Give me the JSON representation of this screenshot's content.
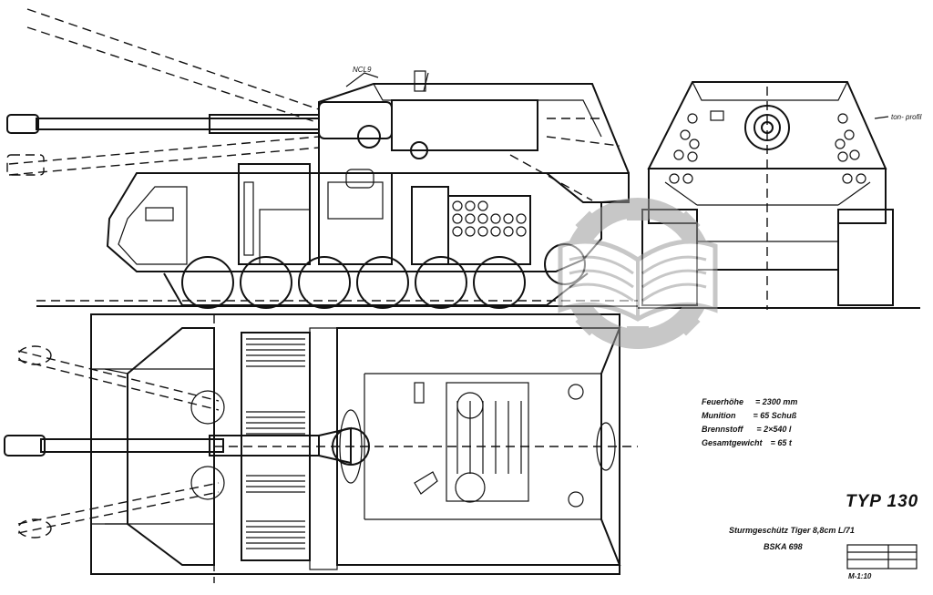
{
  "title": {
    "type": "TYP 130",
    "designation": "Sturmgeschütz Tiger  8,8cm L/71",
    "code": "BSKA 698",
    "sheet_mark": "M-1:10"
  },
  "specs": [
    {
      "label": "Feuerhöhe",
      "value": "= 2300 mm"
    },
    {
      "label": "Munition",
      "value": "= 65 Schuß"
    },
    {
      "label": "Brennstoff",
      "value": "= 2×540 l"
    },
    {
      "label": "Gesamtgewicht",
      "value": "= 65 t"
    }
  ],
  "callouts": {
    "side_label": "NCL9",
    "front_label": "ton- profil"
  },
  "colors": {
    "ink": "#111111",
    "paper": "#ffffff",
    "watermark": "#9a9a9a"
  },
  "icons": [
    "gear-watermark-icon",
    "open-book-watermark-icon"
  ]
}
